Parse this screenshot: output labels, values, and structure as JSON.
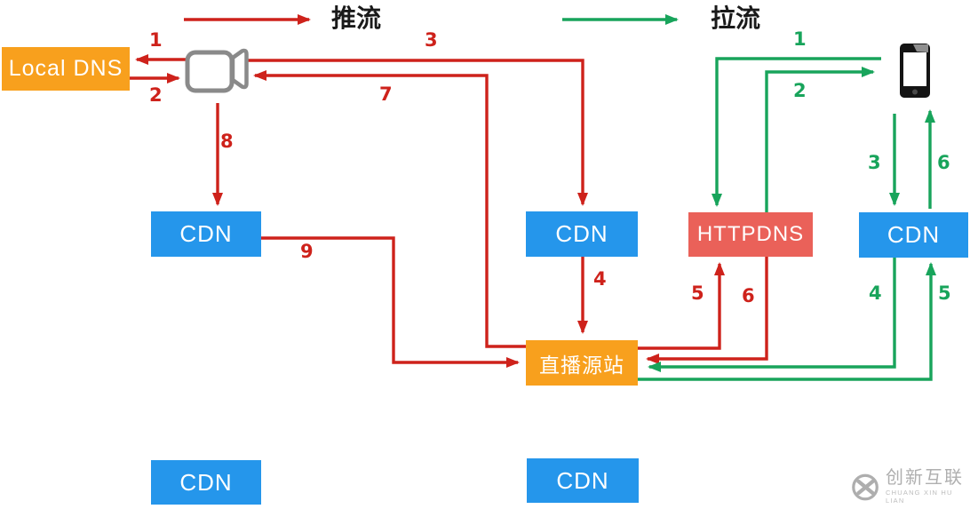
{
  "legend": {
    "push_label": "推流",
    "pull_label": "拉流"
  },
  "nodes": {
    "local_dns": "Local DNS",
    "cdn_left_top": "CDN",
    "cdn_mid_top": "CDN",
    "httpdns": "HTTPDNS",
    "cdn_right_top": "CDN",
    "live_origin": "直播源站",
    "cdn_left_bottom": "CDN",
    "cdn_mid_bottom": "CDN"
  },
  "icons": {
    "camera": "camcorder-icon",
    "phone": "smartphone-icon"
  },
  "colors": {
    "push_arrow": "#CE221B",
    "pull_arrow": "#18A45B",
    "cdn_box": "#2596EB",
    "dns_box": "#F8A01D",
    "origin_box": "#F8A01D",
    "httpdns_box": "#EA6159"
  },
  "push_steps": [
    "1",
    "2",
    "3",
    "4",
    "5",
    "6",
    "7",
    "8",
    "9"
  ],
  "pull_steps": [
    "1",
    "2",
    "3",
    "4",
    "5",
    "6"
  ],
  "watermark": {
    "title": "创新互联",
    "subtitle": "CHUANG XIN HU LIAN"
  }
}
